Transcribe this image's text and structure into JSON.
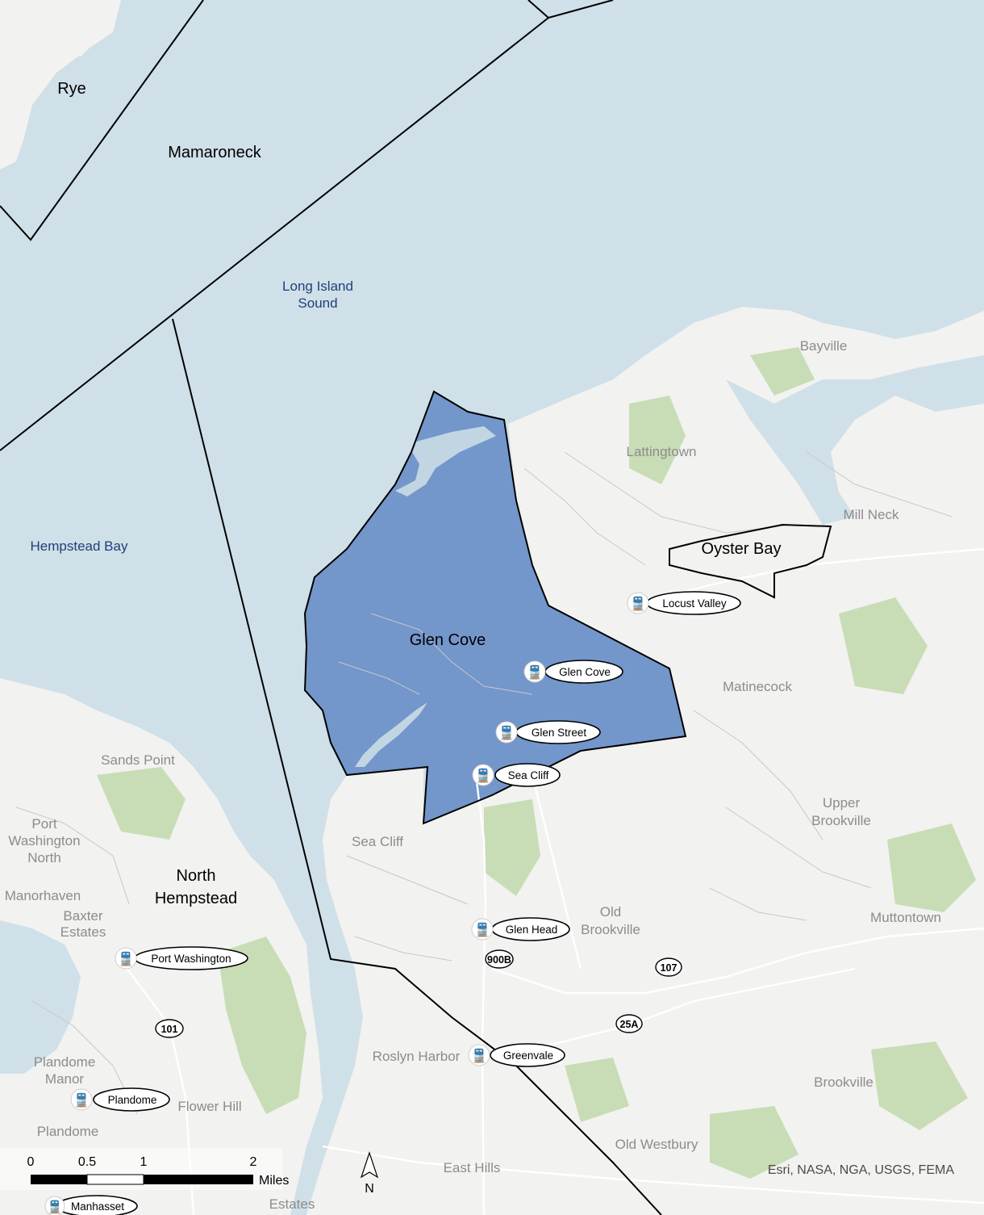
{
  "map": {
    "colors": {
      "water": "#cfe0e8",
      "land": "#f2f2f0",
      "park": "#c8ddb5",
      "highlight": "#6b8fc8",
      "boundary": "#000000",
      "road": "#ffffff"
    },
    "water_labels": {
      "long_island_sound_1": "Long Island",
      "long_island_sound_2": "Sound",
      "hempstead_bay": "Hempstead Bay"
    },
    "towns": {
      "rye": "Rye",
      "mamaroneck": "Mamaroneck",
      "glen_cove": "Glen Cove",
      "oyster_bay": "Oyster Bay",
      "north_hempstead_1": "North",
      "north_hempstead_2": "Hempstead"
    },
    "places": {
      "bayville": "Bayville",
      "lattingtown": "Lattingtown",
      "mill_neck": "Mill Neck",
      "matinecock": "Matinecock",
      "sands_point": "Sands Point",
      "port_washington_north_1": "Port",
      "port_washington_north_2": "Washington",
      "port_washington_north_3": "North",
      "manorhaven": "Manorhaven",
      "baxter_estates_1": "Baxter",
      "baxter_estates_2": "Estates",
      "sea_cliff": "Sea Cliff",
      "upper_brookville_1": "Upper",
      "upper_brookville_2": "Brookville",
      "old_brookville_1": "Old",
      "old_brookville_2": "Brookville",
      "muttontown": "Muttontown",
      "roslyn_harbor": "Roslyn Harbor",
      "plandome_manor_1": "Plandome",
      "plandome_manor_2": "Manor",
      "plandome": "Plandome",
      "flower_hill": "Flower Hill",
      "brookville": "Brookville",
      "old_westbury": "Old Westbury",
      "east_hills": "East Hills",
      "estates": "Estates"
    },
    "stations": {
      "locust_valley": "Locust Valley",
      "glen_cove": "Glen Cove",
      "glen_street": "Glen Street",
      "sea_cliff": "Sea Cliff",
      "glen_head": "Glen Head",
      "port_washington": "Port Washington",
      "greenvale": "Greenvale",
      "plandome": "Plandome",
      "manhasset": "Manhasset"
    },
    "routes": {
      "r900b": "900B",
      "r107": "107",
      "r25a": "25A",
      "r101": "101"
    },
    "scale_bar": {
      "tick_0": "0",
      "tick_05": "0.5",
      "tick_1": "1",
      "tick_2": "2",
      "unit": "Miles"
    },
    "north_arrow": "N",
    "attribution": "Esri, NASA, NGA, USGS, FEMA"
  }
}
